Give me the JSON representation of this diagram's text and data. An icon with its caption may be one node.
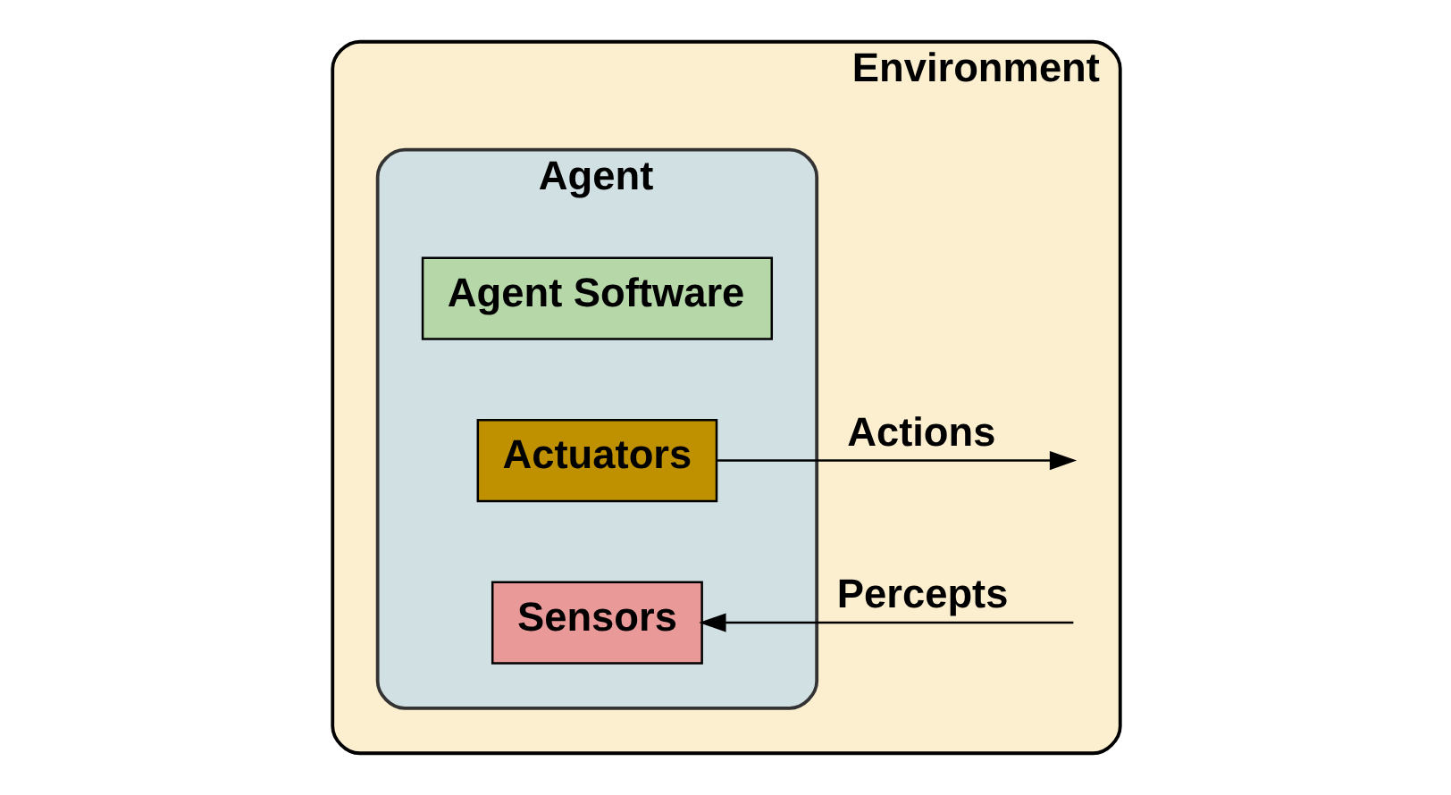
{
  "diagram": {
    "nodes": [
      {
        "text": [
          "Environment"
        ]
      },
      {
        "text": [
          "Agent"
        ],
        "in": 0
      },
      {
        "text": [
          "Agent Software"
        ],
        "in": 1
      },
      {
        "text": [
          "Sensors"
        ],
        "in": 1
      },
      {
        "text": [
          "Actuators"
        ],
        "in": 1
      }
    ],
    "edges": [
      {
        "from": null,
        "to": 3,
        "arrow": "to",
        "label": "Percepts"
      },
      {
        "from": 4,
        "to": null,
        "arrow": "to",
        "label": "Actions"
      }
    ]
  }
}
